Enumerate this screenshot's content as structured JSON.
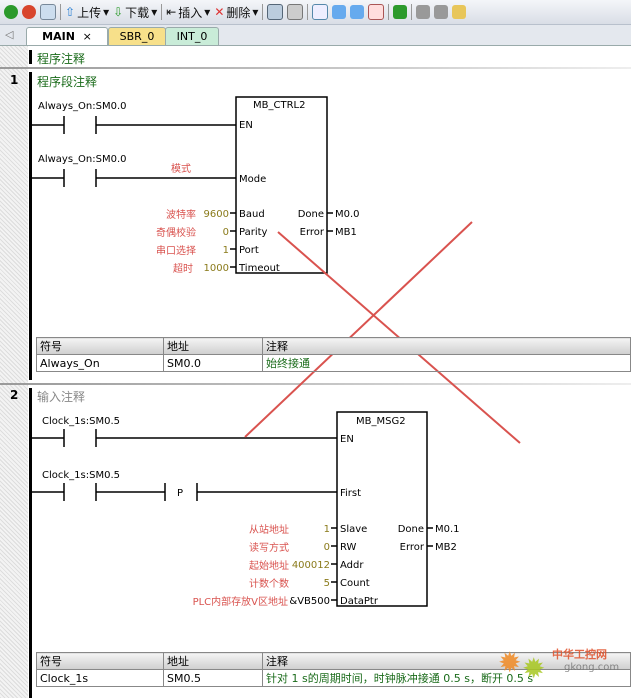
{
  "toolbar": {
    "upload": "上传",
    "download": "下载",
    "insert": "插入",
    "delete": "删除"
  },
  "tabs": [
    {
      "label": "MAIN"
    },
    {
      "label": "SBR_0"
    },
    {
      "label": "INT_0"
    }
  ],
  "program_comment": "程序注释",
  "networks": [
    {
      "number": "1",
      "comment": "程序段注释",
      "contact1": "Always_On:SM0.0",
      "contact2": "Always_On:SM0.0",
      "block": {
        "name": "MB_CTRL2",
        "en": "EN",
        "mode": "Mode",
        "baud": "Baud",
        "parity": "Parity",
        "port": "Port",
        "timeout": "Timeout",
        "done": "Done",
        "error": "Error",
        "baud_val": "9600",
        "parity_val": "0",
        "port_val": "1",
        "timeout_val": "1000",
        "done_val": "M0.0",
        "error_val": "MB1"
      },
      "annotations": {
        "mode": "模式",
        "baud": "波特率",
        "parity": "奇偶校验",
        "port": "串口选择",
        "timeout": "超时"
      },
      "table": {
        "headers": [
          "符号",
          "地址",
          "注释"
        ],
        "rows": [
          [
            "Always_On",
            "SM0.0",
            "始终接通"
          ]
        ]
      }
    },
    {
      "number": "2",
      "comment": "输入注释",
      "contact1": "Clock_1s:SM0.5",
      "contact2": "Clock_1s:SM0.5",
      "p": "P",
      "block": {
        "name": "MB_MSG2",
        "en": "EN",
        "first": "First",
        "slave": "Slave",
        "rw": "RW",
        "addr": "Addr",
        "count": "Count",
        "dataptr": "DataPtr",
        "done": "Done",
        "error": "Error",
        "slave_val": "1",
        "rw_val": "0",
        "addr_val": "400012",
        "count_val": "5",
        "dataptr_val": "&VB500",
        "done_val": "M0.1",
        "error_val": "MB2"
      },
      "annotations": {
        "slave": "从站地址",
        "rw": "读写方式",
        "addr": "起始地址",
        "count": "计数个数",
        "dataptr": "PLC内部存放V区地址"
      },
      "table": {
        "headers": [
          "符号",
          "地址",
          "注释"
        ],
        "rows": [
          [
            "Clock_1s",
            "SM0.5",
            "针对 1 s的周期时间，时钟脉冲接通 0.5 s，断开 0.5 s"
          ]
        ]
      }
    }
  ],
  "watermark": {
    "cn": "中华工控网",
    "url": "gkong.com"
  }
}
